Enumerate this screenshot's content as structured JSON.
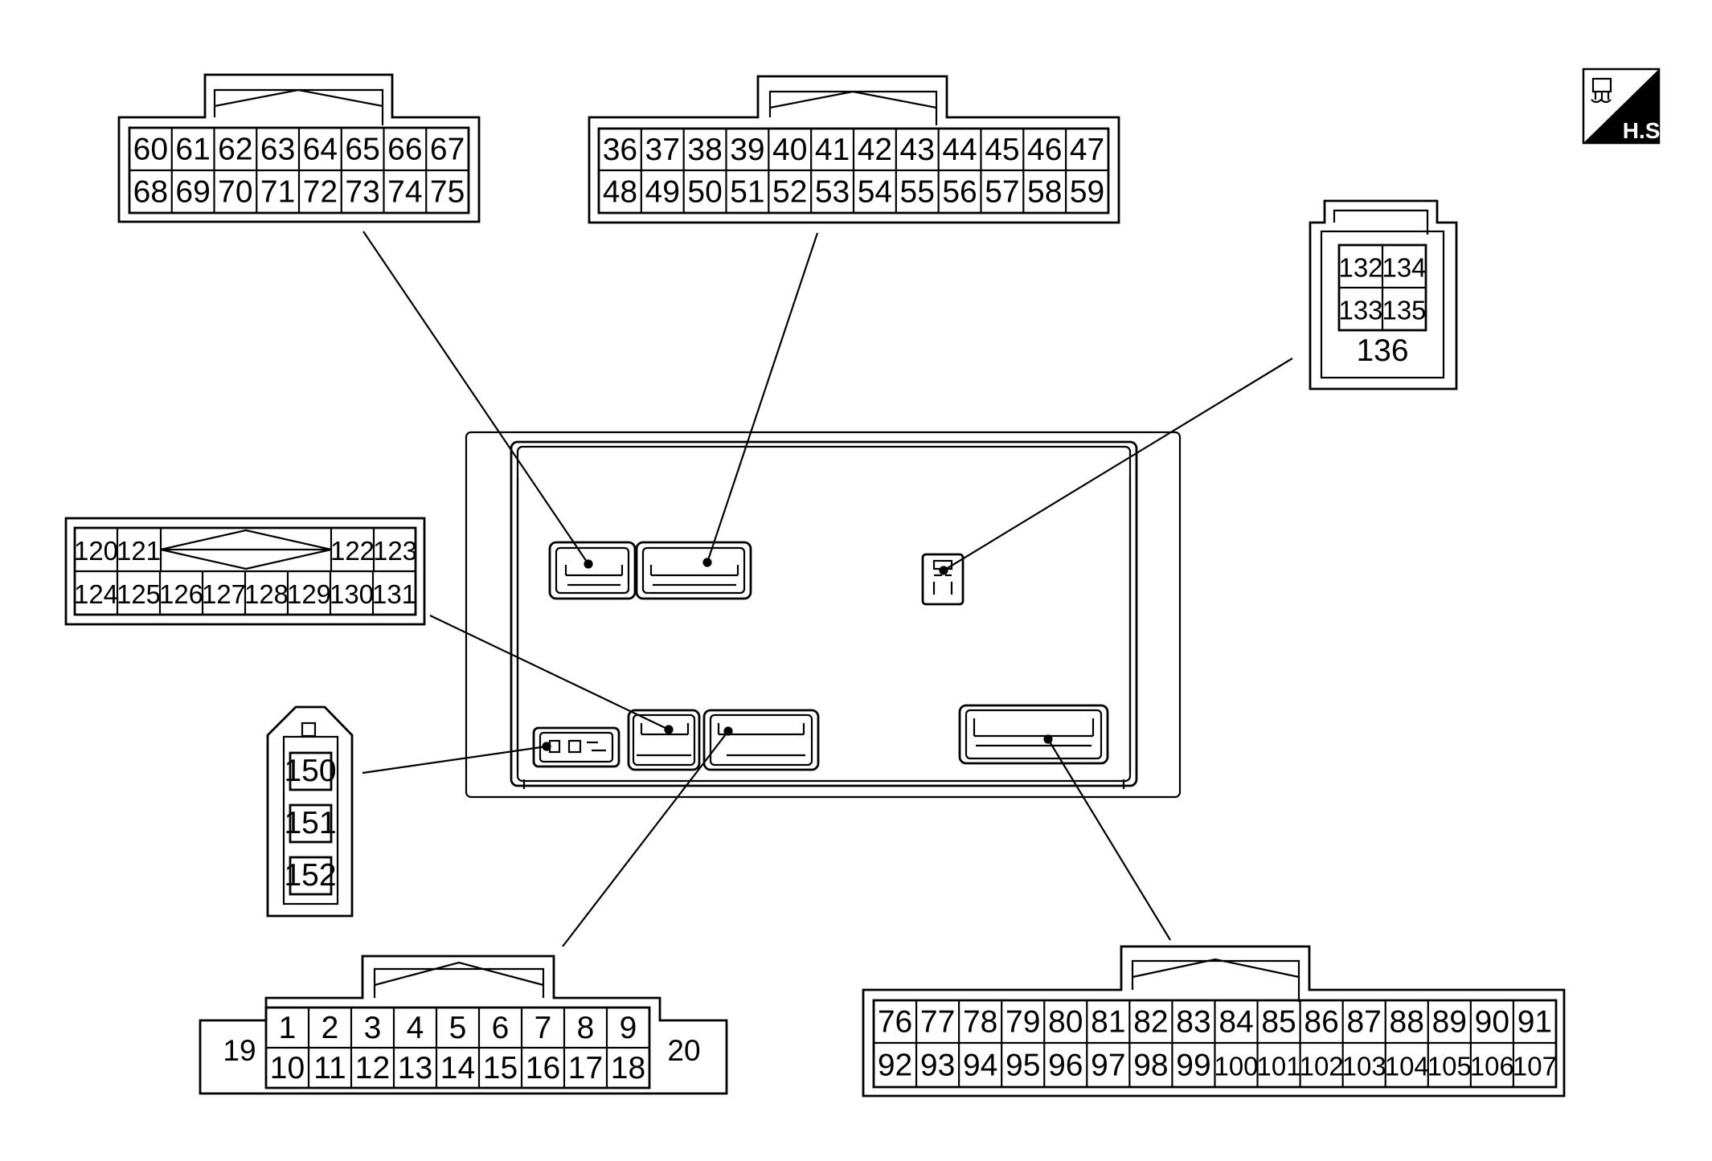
{
  "badge": {
    "label": "H.S."
  },
  "connectors": {
    "c60": {
      "row1": [
        "60",
        "61",
        "62",
        "63",
        "64",
        "65",
        "66",
        "67"
      ],
      "row2": [
        "68",
        "69",
        "70",
        "71",
        "72",
        "73",
        "74",
        "75"
      ]
    },
    "c36": {
      "row1": [
        "36",
        "37",
        "38",
        "39",
        "40",
        "41",
        "42",
        "43",
        "44",
        "45",
        "46",
        "47"
      ],
      "row2": [
        "48",
        "49",
        "50",
        "51",
        "52",
        "53",
        "54",
        "55",
        "56",
        "57",
        "58",
        "59"
      ]
    },
    "c132": {
      "row1": [
        "132",
        "134"
      ],
      "row2": [
        "133",
        "135"
      ],
      "bottom": "136"
    },
    "c120": {
      "row1_left": [
        "120",
        "121"
      ],
      "row1_right": [
        "122",
        "123"
      ],
      "row2": [
        "124",
        "125",
        "126",
        "127",
        "128",
        "129",
        "130",
        "131"
      ]
    },
    "c150": {
      "pins": [
        "150",
        "151",
        "152"
      ]
    },
    "c1": {
      "row1": [
        "1",
        "2",
        "3",
        "4",
        "5",
        "6",
        "7",
        "8",
        "9"
      ],
      "row2": [
        "10",
        "11",
        "12",
        "13",
        "14",
        "15",
        "16",
        "17",
        "18"
      ],
      "left": "19",
      "right": "20"
    },
    "c76": {
      "row1": [
        "76",
        "77",
        "78",
        "79",
        "80",
        "81",
        "82",
        "83",
        "84",
        "85",
        "86",
        "87",
        "88",
        "89",
        "90",
        "91"
      ],
      "row2": [
        "92",
        "93",
        "94",
        "95",
        "96",
        "97",
        "98",
        "99",
        "100",
        "101",
        "102",
        "103",
        "104",
        "105",
        "106",
        "107"
      ]
    }
  }
}
